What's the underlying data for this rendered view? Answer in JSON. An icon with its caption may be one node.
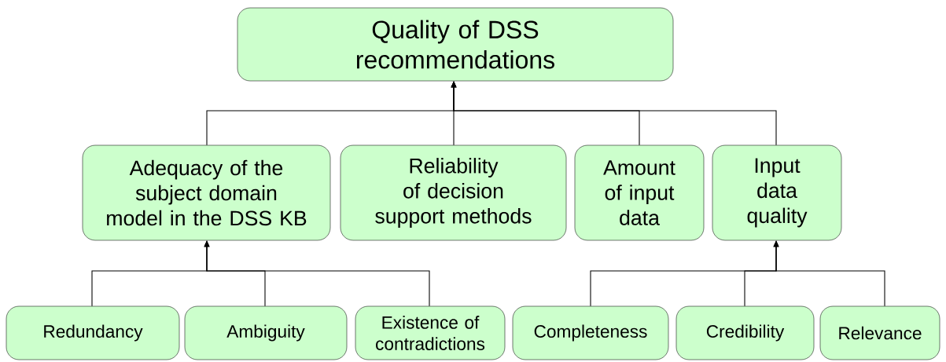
{
  "diagram": {
    "nodes": [
      {
        "text": [
          "Quality of DSS recommendations"
        ]
      },
      {
        "text": [
          "Adequacy of the subject domain model in the DSS KB"
        ]
      },
      {
        "text": [
          "Reliability of decision support methods"
        ]
      },
      {
        "text": [
          "Amount of input data"
        ]
      },
      {
        "text": [
          "Input data quality"
        ]
      },
      {
        "text": [
          "Redundancy"
        ]
      },
      {
        "text": [
          "Ambiguity"
        ]
      },
      {
        "text": [
          "Existence of contradictions"
        ]
      },
      {
        "text": [
          "Completeness"
        ]
      },
      {
        "text": [
          "Credibility"
        ]
      },
      {
        "text": [
          "Relevance"
        ]
      }
    ],
    "edges": [
      {
        "from": 1,
        "to": 0,
        "arrow": "to"
      },
      {
        "from": 2,
        "to": 0,
        "arrow": "to"
      },
      {
        "from": 3,
        "to": 0,
        "arrow": "to"
      },
      {
        "from": 4,
        "to": 0,
        "arrow": "to"
      },
      {
        "from": 5,
        "to": 1,
        "arrow": "to"
      },
      {
        "from": 6,
        "to": 1,
        "arrow": "to"
      },
      {
        "from": 7,
        "to": 1,
        "arrow": "to"
      },
      {
        "from": 8,
        "to": 4,
        "arrow": "to"
      },
      {
        "from": 9,
        "to": 4,
        "arrow": "to"
      },
      {
        "from": 10,
        "to": 4,
        "arrow": "to"
      }
    ]
  }
}
